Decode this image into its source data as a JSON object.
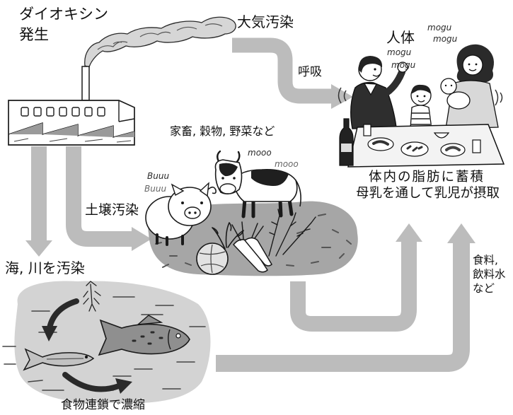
{
  "labels": {
    "dioxin_line1": "ダイオキシン",
    "dioxin_line2": "発生",
    "air_pollution": "大気汚染",
    "breathing": "呼吸",
    "human_body": "人体",
    "livestock_crops": "家畜, 穀物, 野菜など",
    "accumulation_line1": "体内の脂肪に蓄積",
    "accumulation_line2": "母乳を通して乳児が摂取",
    "soil_pollution": "土壌汚染",
    "sea_river_pollution": "海, 川を汚染",
    "food_water_line1": "食料,",
    "food_water_line2": "飲料水",
    "food_water_line3": "など",
    "food_chain": "食物連鎖で濃縮"
  },
  "sounds": {
    "father_eating_1": "mogu",
    "father_eating_2": "mogu",
    "mother_eating_1": "mogu",
    "mother_eating_2": "mogu",
    "pig_1": "Buuu",
    "pig_2": "Buuu",
    "cow_1": "mooo",
    "cow_2": "mooo"
  },
  "colors": {
    "arrow": "#bcbcbc",
    "ink": "#1a1a1a",
    "soil": "#a6a6a6",
    "water": "#d3d3d3"
  }
}
